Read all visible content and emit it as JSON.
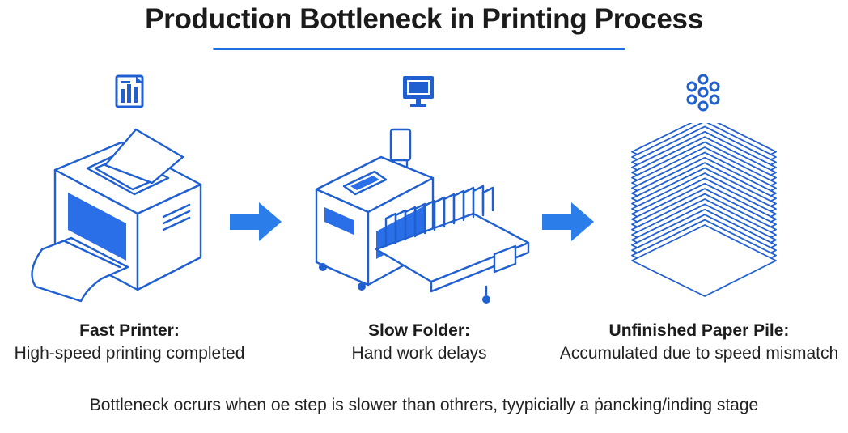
{
  "title": "Production Bottleneck in Printing Process",
  "stages": [
    {
      "heading": "Fast Printer:",
      "description": "High-speed printing completed",
      "icon": "report-document-icon",
      "illustration": "printer-illustration"
    },
    {
      "heading": "Slow Folder:",
      "description": "Hand work delays",
      "icon": "monitor-icon",
      "illustration": "folding-machine-illustration"
    },
    {
      "heading": "Unfinished Paper Pile:",
      "description": "Accumulated due to speed mismatch",
      "icon": "cluster-dots-icon",
      "illustration": "paper-stack-illustration"
    }
  ],
  "footnote": "Bottleneck ocrurs when oe step is slower than othrers, tyypicially a ṗancking/inding stage",
  "colors": {
    "accent": "#1f6fe0",
    "arrow": "#2b7de9",
    "line": "#1f5fd0"
  }
}
